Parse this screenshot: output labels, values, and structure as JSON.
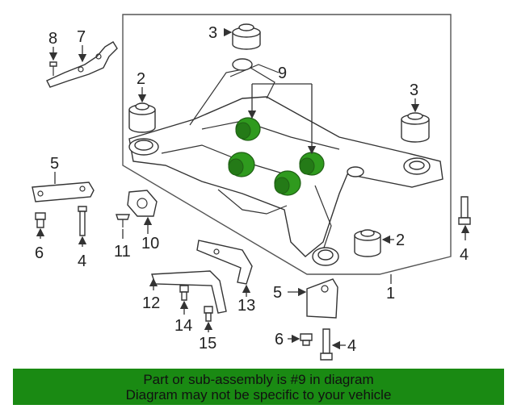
{
  "callouts": {
    "c1": "1",
    "c2a": "2",
    "c2b": "2",
    "c3a": "3",
    "c3b": "3",
    "c4a": "4",
    "c4b": "4",
    "c4c": "4",
    "c5a": "5",
    "c5b": "5",
    "c6a": "6",
    "c6b": "6",
    "c7": "7",
    "c8": "8",
    "c9": "9",
    "c10": "10",
    "c11": "11",
    "c12": "12",
    "c13": "13",
    "c14": "14",
    "c15": "15"
  },
  "banner": {
    "line1": "Part or sub-assembly is #9 in diagram",
    "line2": "Diagram may not be specific to your vehicle"
  },
  "colors": {
    "highlight": "#1a8a13",
    "bushing_green": "#2f9a1e",
    "outline": "#333333"
  }
}
